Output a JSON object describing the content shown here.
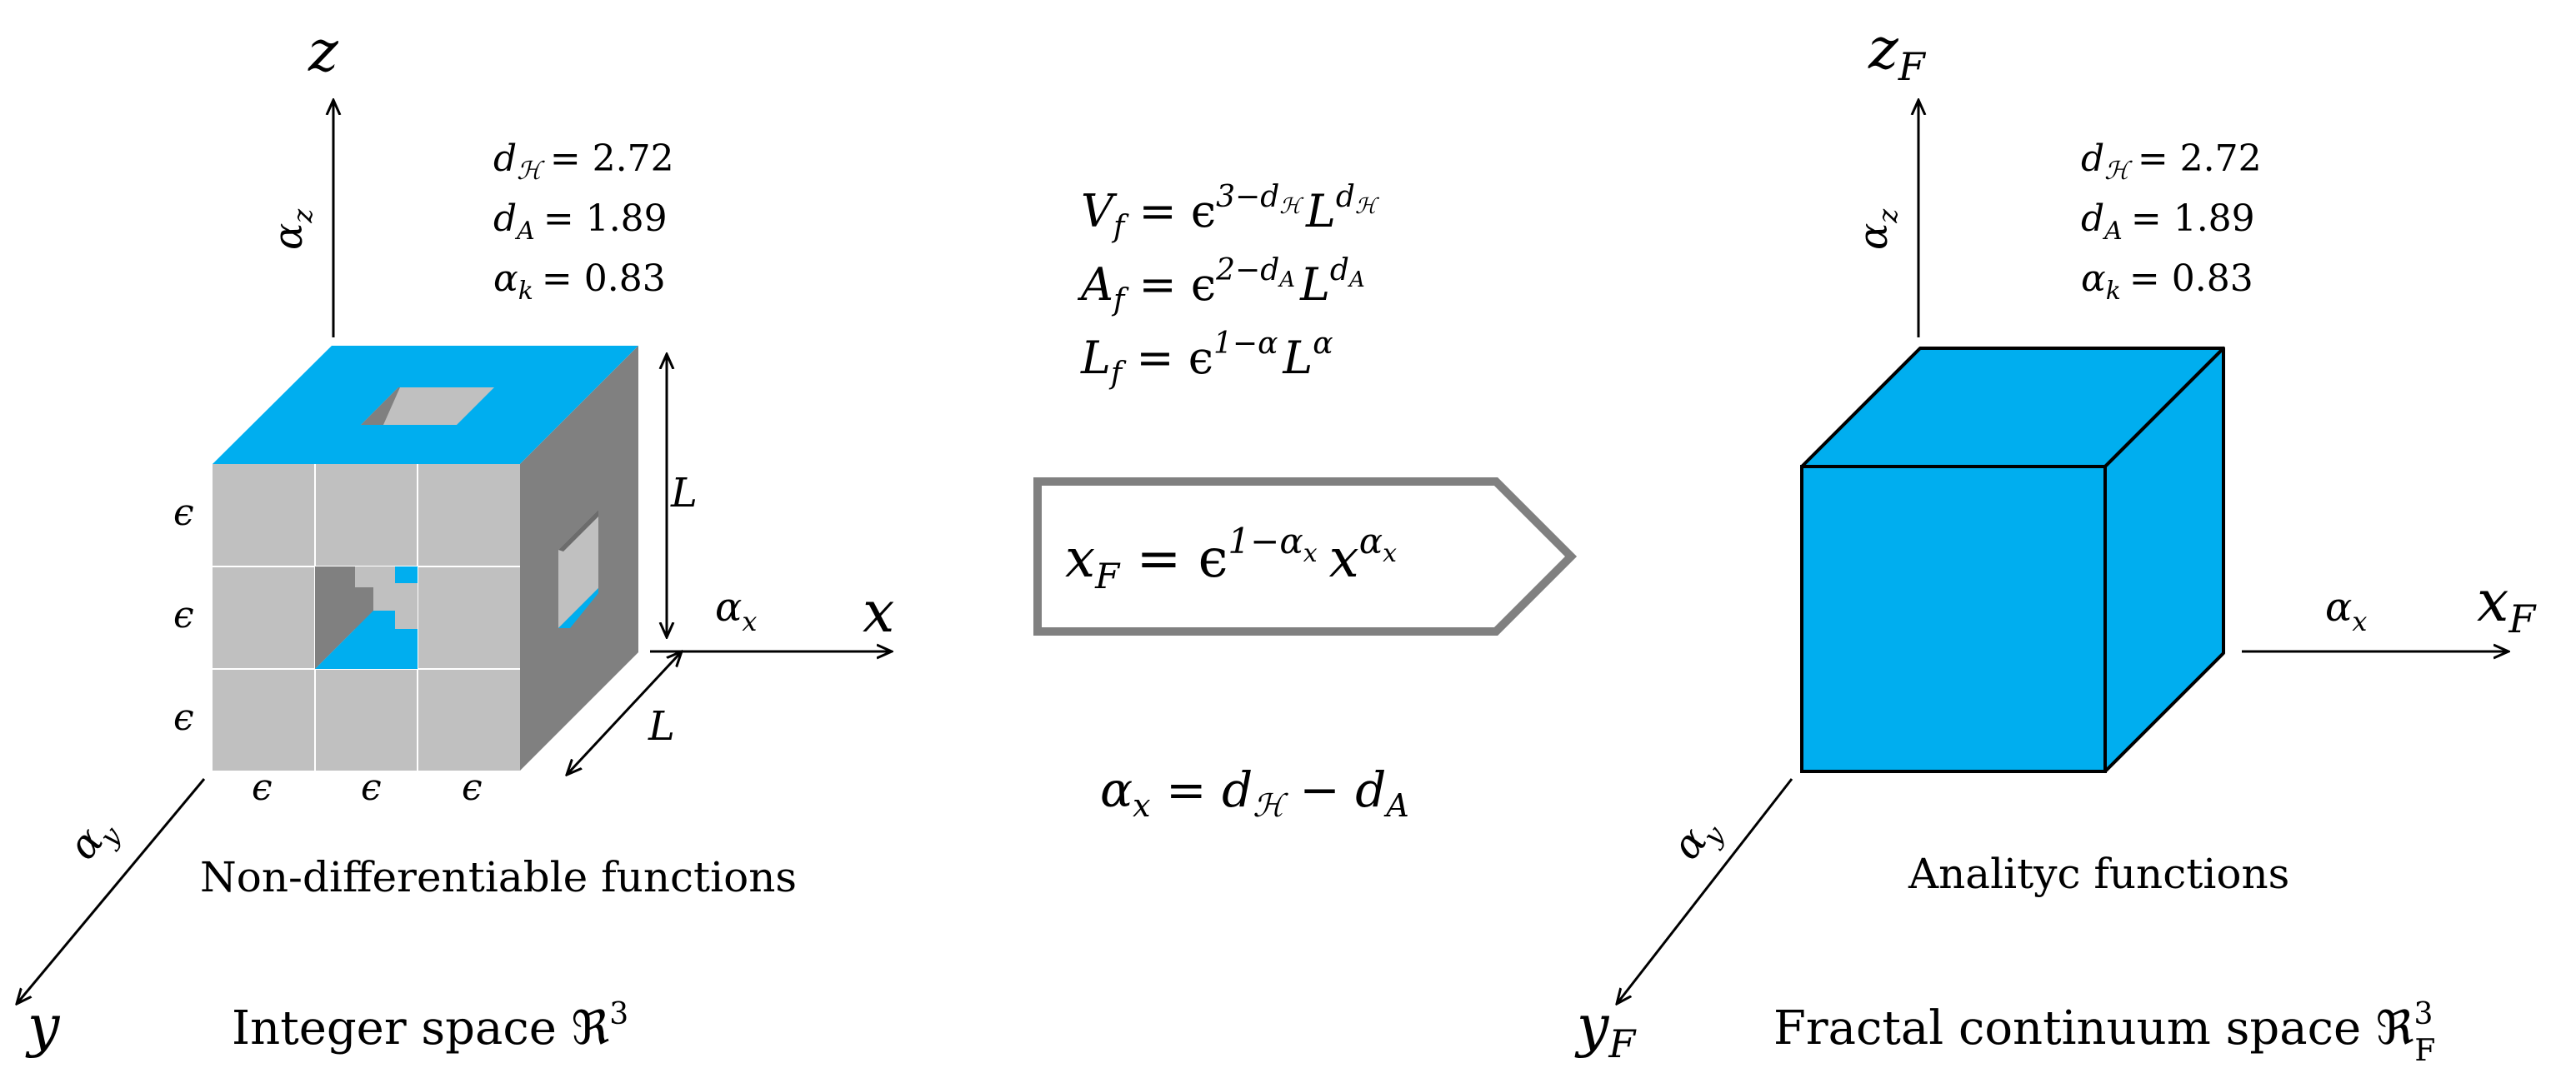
{
  "colors": {
    "cube_blue": "#00AEEF",
    "cube_gray_face": "#C0C0C0",
    "cube_gray_side": "#808080",
    "arrow_box_stroke": "#808080",
    "line": "#000000"
  },
  "left_panel": {
    "axis_z": "z",
    "axis_x": "x",
    "axis_y": "y",
    "alpha_z": "α",
    "alpha_z_sub": "z",
    "alpha_x": "α",
    "alpha_x_sub": "x",
    "alpha_y": "α",
    "alpha_y_sub": "y",
    "params": [
      {
        "sym": "d",
        "sub": "ℋ",
        "val": "= 2.72"
      },
      {
        "sym": "d",
        "sub": "A",
        "val": "= 1.89"
      },
      {
        "sym": "α",
        "sub": "k",
        "val": "= 0.83"
      }
    ],
    "edge_L": "L",
    "epsilon": "ϵ",
    "caption": "Non-differentiable functions",
    "space_label": "Integer space ℜ",
    "space_sup": "3"
  },
  "middle_panel": {
    "formulas": [
      {
        "lhs": "V",
        "lhs_sub": "f",
        "eq": " = ϵ",
        "exp1": "3−d",
        "exp1_sub": "ℋ",
        "base2": "L",
        "exp2": "d",
        "exp2_sub": "ℋ"
      },
      {
        "lhs": "A",
        "lhs_sub": "f",
        "eq": " = ϵ",
        "exp1": "2−d",
        "exp1_sub": "A",
        "base2": "L",
        "exp2": "d",
        "exp2_sub": "A"
      },
      {
        "lhs": "L",
        "lhs_sub": "f",
        "eq": " = ϵ",
        "exp1": "1−α",
        "exp1_sub": "",
        "base2": "L",
        "exp2": "α",
        "exp2_sub": ""
      }
    ],
    "box_formula": {
      "lhs": "x",
      "lhs_sub": "F",
      "eq": " = ϵ",
      "exp1": "1−α",
      "exp1_sub": "x",
      "base2": "x",
      "exp2": "α",
      "exp2_sub": "x"
    },
    "bottom_formula": {
      "lhs": "α",
      "lhs_sub": "x",
      "eq": " = d",
      "rhs_sub1": "ℋ",
      "minus": " − d",
      "rhs_sub2": "A"
    }
  },
  "right_panel": {
    "axis_z": "z",
    "axis_z_sub": "F",
    "axis_x": "x",
    "axis_x_sub": "F",
    "axis_y": "y",
    "axis_y_sub": "F",
    "alpha_z": "α",
    "alpha_z_sub": "z",
    "alpha_x": "α",
    "alpha_x_sub": "x",
    "alpha_y": "α",
    "alpha_y_sub": "y",
    "params": [
      {
        "sym": "d",
        "sub": "ℋ",
        "val": "= 2.72"
      },
      {
        "sym": "d",
        "sub": "A",
        "val": "= 1.89"
      },
      {
        "sym": "α",
        "sub": "k",
        "val": "= 0.83"
      }
    ],
    "caption": "Analityc functions",
    "space_label": "Fractal continuum space ℜ",
    "space_sup": "3",
    "space_sub": "F"
  }
}
